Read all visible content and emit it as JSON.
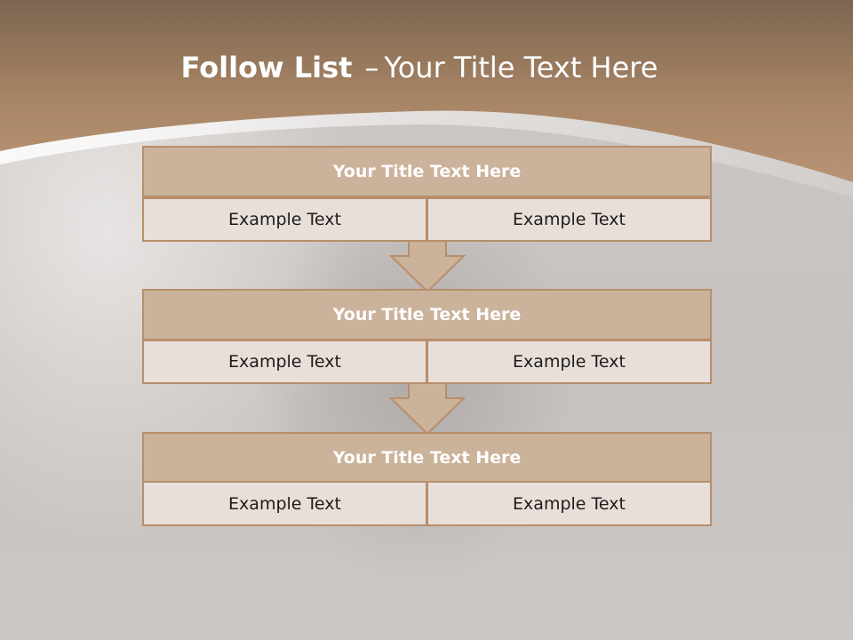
{
  "slide": {
    "title_bold": "Follow List",
    "title_dash": "–",
    "title_rest": "Your Title Text Here"
  },
  "steps": [
    {
      "title": "Your Title Text Here",
      "left": "Example Text",
      "right": "Example Text"
    },
    {
      "title": "Your Title Text Here",
      "left": "Example Text",
      "right": "Example Text"
    },
    {
      "title": "Your Title Text Here",
      "left": "Example Text",
      "right": "Example Text"
    }
  ],
  "colors": {
    "header_band": "#a78465",
    "title_box": "#cbb29a",
    "cell_box": "#e9dfd9",
    "border": "#b88e6c"
  }
}
